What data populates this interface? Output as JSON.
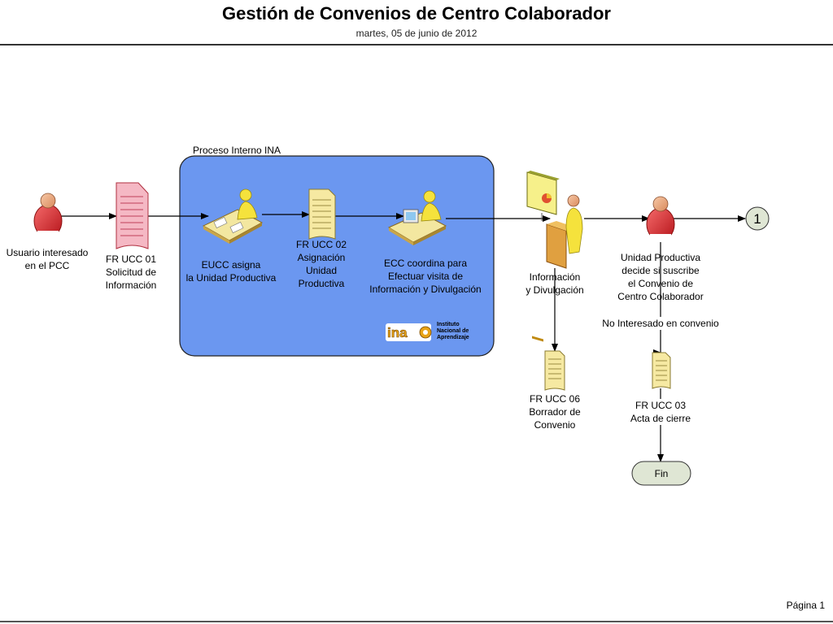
{
  "header": {
    "title": "Gestión de Convenios de Centro Colaborador",
    "date": "martes, 05 de junio de 2012"
  },
  "container": {
    "label": "Proceso Interno INA"
  },
  "nodes": {
    "user": "Usuario interesado\nen el PCC",
    "form1": "FR UCC 01\nSolicitud de\nInformación",
    "eucc": "EUCC asigna\nla Unidad Productiva",
    "form2": "FR UCC 02\nAsignación\nUnidad\nProductiva",
    "ecc": "ECC coordina para\nEfectuar visita de\nInformación y Divulgación",
    "presentation": "Información\ny Divulgación",
    "unit": "Unidad Productiva\ndecide si suscribe\nel Convenio de\nCentro Colaborador",
    "no_interest": "No Interesado en convenio",
    "form6": "FR UCC 06\nBorrador de\nConvenio",
    "form3": "FR UCC 03\nActa de cierre",
    "connector": "1",
    "end": "Fin"
  },
  "logo": {
    "mark": "ina",
    "text": "Instituto\nNacional de\nAprendizaje"
  },
  "footer": {
    "page": "Página 1"
  },
  "colors": {
    "container_fill": "#6b97f0",
    "person_red": "#d9262b",
    "doc_pink": "#f5b8c4",
    "doc_yellow": "#f6e9a2",
    "workstation_yellow": "#f5e23c",
    "connector_fill": "#dfe6d4"
  }
}
